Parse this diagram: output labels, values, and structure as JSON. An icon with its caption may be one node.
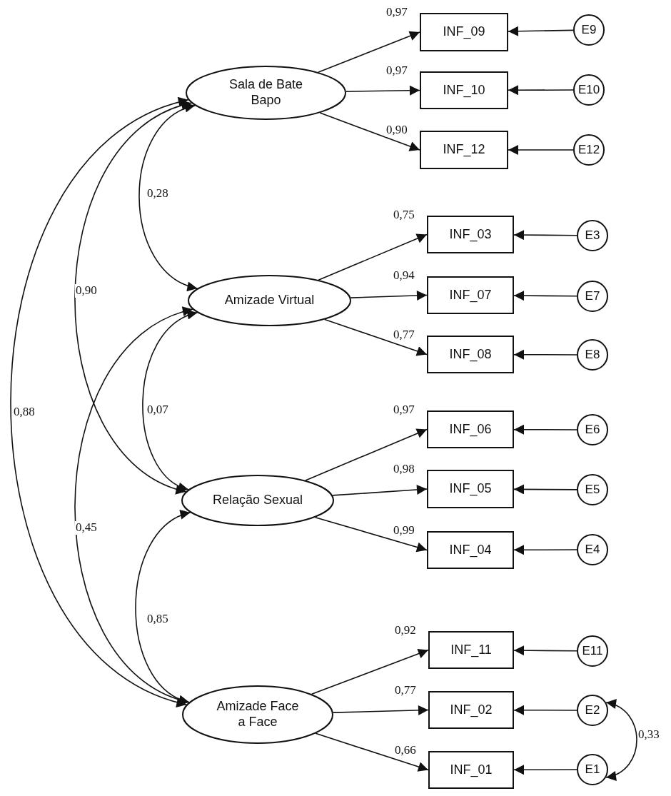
{
  "diagram": {
    "nodes": [
      {
        "text": [
          "Sala de Bate Bapo"
        ]
      },
      {
        "text": [
          "INF_09"
        ]
      },
      {
        "text": [
          "E9"
        ]
      },
      {
        "text": [
          "INF_10"
        ]
      },
      {
        "text": [
          "E10"
        ]
      },
      {
        "text": [
          "INF_12"
        ]
      },
      {
        "text": [
          "E12"
        ]
      },
      {
        "text": [
          "Amizade Virtual"
        ]
      },
      {
        "text": [
          "INF_03"
        ]
      },
      {
        "text": [
          "E3"
        ]
      },
      {
        "text": [
          "INF_07"
        ]
      },
      {
        "text": [
          "E7"
        ]
      },
      {
        "text": [
          "INF_08"
        ]
      },
      {
        "text": [
          "E8"
        ]
      },
      {
        "text": [
          "Relação Sexual"
        ]
      },
      {
        "text": [
          "INF_06"
        ]
      },
      {
        "text": [
          "E6"
        ]
      },
      {
        "text": [
          "INF_05"
        ]
      },
      {
        "text": [
          "E5"
        ]
      },
      {
        "text": [
          "INF_04"
        ]
      },
      {
        "text": [
          "E4"
        ]
      },
      {
        "text": [
          "Amizade Face a Face"
        ]
      },
      {
        "text": [
          "INF_11"
        ]
      },
      {
        "text": [
          "E11"
        ]
      },
      {
        "text": [
          "INF_02"
        ]
      },
      {
        "text": [
          "E2"
        ]
      },
      {
        "text": [
          "INF_01"
        ]
      },
      {
        "text": [
          "E1"
        ]
      }
    ],
    "edges": [
      {
        "from": 0,
        "to": 1,
        "arrow": "to",
        "label": "0,97"
      },
      {
        "from": 2,
        "to": 1,
        "arrow": "to"
      },
      {
        "from": 0,
        "to": 3,
        "arrow": "to",
        "label": "0,97"
      },
      {
        "from": 4,
        "to": 3,
        "arrow": "to"
      },
      {
        "from": 0,
        "to": 5,
        "arrow": "to",
        "label": "0,90"
      },
      {
        "from": 6,
        "to": 5,
        "arrow": "to"
      },
      {
        "from": 7,
        "to": 8,
        "arrow": "to",
        "label": "0,75"
      },
      {
        "from": 9,
        "to": 8,
        "arrow": "to"
      },
      {
        "from": 7,
        "to": 10,
        "arrow": "to",
        "label": "0,94"
      },
      {
        "from": 11,
        "to": 10,
        "arrow": "to"
      },
      {
        "from": 7,
        "to": 12,
        "arrow": "to",
        "label": "0,77"
      },
      {
        "from": 13,
        "to": 12,
        "arrow": "to"
      },
      {
        "from": 14,
        "to": 15,
        "arrow": "to",
        "label": "0,97"
      },
      {
        "from": 16,
        "to": 15,
        "arrow": "to"
      },
      {
        "from": 14,
        "to": 17,
        "arrow": "to",
        "label": "0,98"
      },
      {
        "from": 18,
        "to": 17,
        "arrow": "to"
      },
      {
        "from": 14,
        "to": 19,
        "arrow": "to",
        "label": "0,99"
      },
      {
        "from": 20,
        "to": 19,
        "arrow": "to"
      },
      {
        "from": 21,
        "to": 22,
        "arrow": "to",
        "label": "0,92"
      },
      {
        "from": 23,
        "to": 22,
        "arrow": "to"
      },
      {
        "from": 21,
        "to": 24,
        "arrow": "to",
        "label": "0,77"
      },
      {
        "from": 25,
        "to": 24,
        "arrow": "to"
      },
      {
        "from": 21,
        "to": 26,
        "arrow": "to",
        "label": "0,66"
      },
      {
        "from": 27,
        "to": 26,
        "arrow": "to"
      },
      {
        "from": 0,
        "to": 7,
        "arrow": "both",
        "label": "0,28"
      },
      {
        "from": 0,
        "to": 14,
        "arrow": "both",
        "label": "0,90"
      },
      {
        "from": 0,
        "to": 21,
        "arrow": "both",
        "label": "0,88"
      },
      {
        "from": 7,
        "to": 14,
        "arrow": "both",
        "label": "0,07"
      },
      {
        "from": 7,
        "to": 21,
        "arrow": "both",
        "label": "0,45"
      },
      {
        "from": 14,
        "to": 21,
        "arrow": "both",
        "label": "0,85"
      },
      {
        "from": 25,
        "to": 27,
        "arrow": "both",
        "label": "0,33"
      }
    ]
  }
}
